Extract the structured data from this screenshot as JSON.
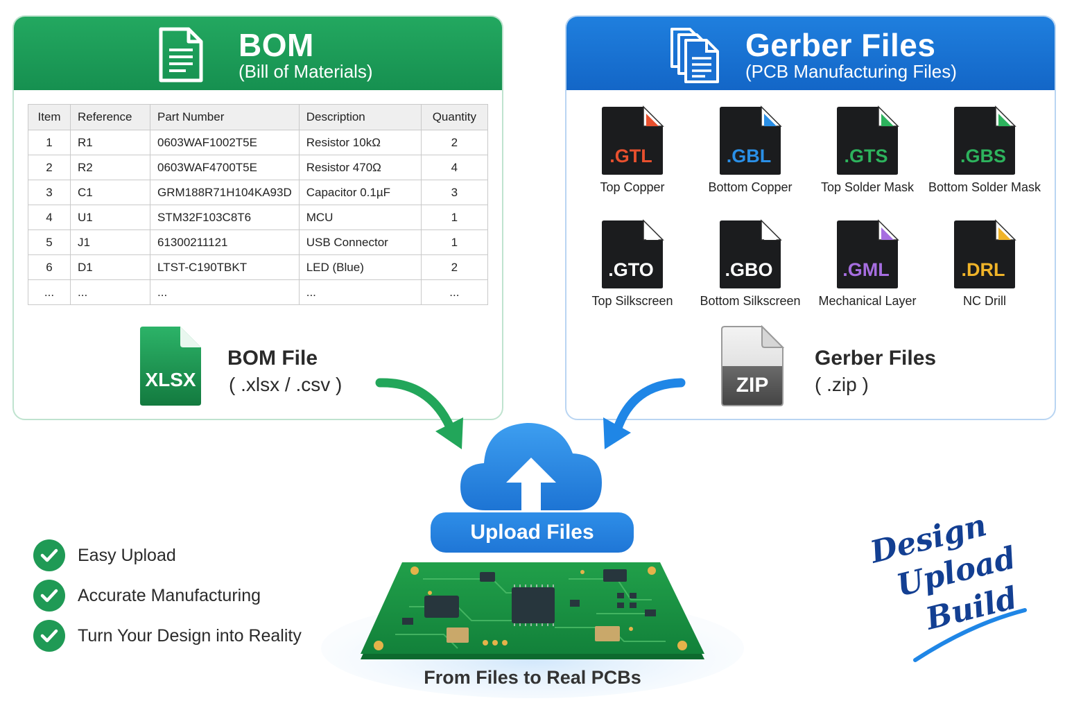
{
  "bom": {
    "title": "BOM",
    "subtitle": "(Bill of Materials)",
    "table": {
      "headers": [
        "Item",
        "Reference",
        "Part Number",
        "Description",
        "Quantity"
      ],
      "rows": [
        [
          "1",
          "R1",
          "0603WAF1002T5E",
          "Resistor 10kΩ",
          "2"
        ],
        [
          "2",
          "R2",
          "0603WAF4700T5E",
          "Resistor 470Ω",
          "4"
        ],
        [
          "3",
          "C1",
          "GRM188R71H104KA93D",
          "Capacitor 0.1µF",
          "3"
        ],
        [
          "4",
          "U1",
          "STM32F103C8T6",
          "MCU",
          "1"
        ],
        [
          "5",
          "J1",
          "61300211121",
          "USB Connector",
          "1"
        ],
        [
          "6",
          "D1",
          "LTST-C190TBKT",
          "LED (Blue)",
          "2"
        ],
        [
          "...",
          "...",
          "...",
          "...",
          "..."
        ]
      ]
    },
    "file_icon_label": "XLSX",
    "file_title": "BOM File",
    "file_sub": "( .xlsx / .csv )"
  },
  "gerber": {
    "title": "Gerber Files",
    "subtitle": "(PCB Manufacturing Files)",
    "files": [
      {
        "ext": ".GTL",
        "label": "Top Copper",
        "color": "#e8502e"
      },
      {
        "ext": ".GBL",
        "label": "Bottom Copper",
        "color": "#2a8fe6"
      },
      {
        "ext": ".GTS",
        "label": "Top Solder Mask",
        "color": "#2db35d"
      },
      {
        "ext": ".GBS",
        "label": "Bottom Solder Mask",
        "color": "#2db35d"
      },
      {
        "ext": ".GTO",
        "label": "Top Silkscreen",
        "color": "#ffffff"
      },
      {
        "ext": ".GBO",
        "label": "Bottom Silkscreen",
        "color": "#ffffff"
      },
      {
        "ext": ".GML",
        "label": "Mechanical Layer",
        "color": "#a66ee0"
      },
      {
        "ext": ".DRL",
        "label": "NC Drill",
        "color": "#f0b429"
      }
    ],
    "zip_label": "ZIP",
    "file_title": "Gerber Files",
    "file_sub": "( .zip )"
  },
  "upload": {
    "button_label": "Upload Files",
    "caption": "From Files to Real PCBs"
  },
  "features": [
    "Easy Upload",
    "Accurate Manufacturing",
    "Turn Your Design into Reality"
  ],
  "slogan": [
    "Design",
    "Upload",
    "Build"
  ],
  "colors": {
    "green": "#1f9a55",
    "blue": "#1f76d6",
    "navy": "#123a8c"
  }
}
